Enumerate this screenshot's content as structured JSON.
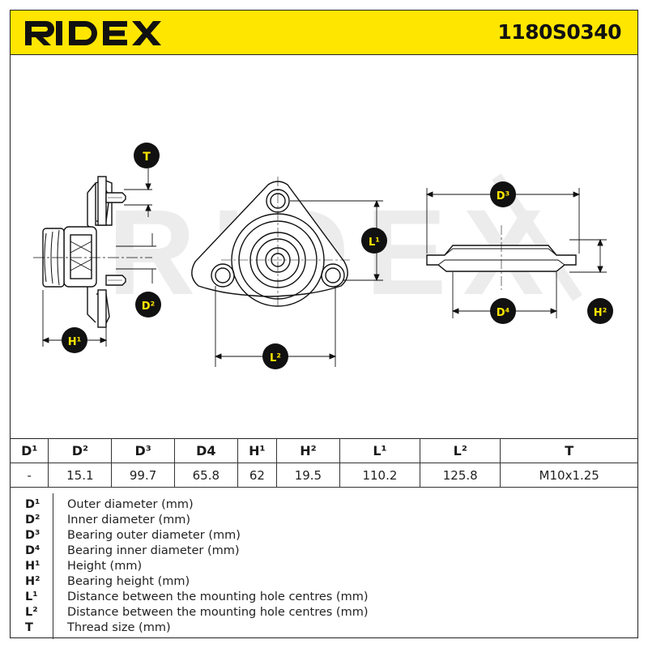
{
  "brand": "RIDEX",
  "part_number": "1180S0340",
  "watermark": "RIDEX",
  "diagram_labels": {
    "T": "T",
    "D2": "D²",
    "H1": "H¹",
    "L1": "L¹",
    "L2": "L²",
    "D3": "D³",
    "D4": "D⁴",
    "H2": "H²"
  },
  "specs": {
    "headers": [
      "D¹",
      "D²",
      "D³",
      "D4",
      "H¹",
      "H²",
      "L¹",
      "L²",
      "T"
    ],
    "values": [
      "-",
      "15.1",
      "99.7",
      "65.8",
      "62",
      "19.5",
      "110.2",
      "125.8",
      "M10x1.25"
    ]
  },
  "legend": [
    {
      "code": "D¹",
      "desc": "Outer diameter (mm)"
    },
    {
      "code": "D²",
      "desc": "Inner diameter (mm)"
    },
    {
      "code": "D³",
      "desc": "Bearing outer diameter (mm)"
    },
    {
      "code": "D⁴",
      "desc": "Bearing inner diameter (mm)"
    },
    {
      "code": "H¹",
      "desc": "Height (mm)"
    },
    {
      "code": "H²",
      "desc": "Bearing height (mm)"
    },
    {
      "code": "L¹",
      "desc": "Distance between the mounting hole centres (mm)"
    },
    {
      "code": "L²",
      "desc": "Distance between the mounting hole centres (mm)"
    },
    {
      "code": "T",
      "desc": "Thread size (mm)"
    }
  ],
  "colors": {
    "accent": "#ffe600",
    "badge": "#111111",
    "badge_text": "#ffe600"
  }
}
